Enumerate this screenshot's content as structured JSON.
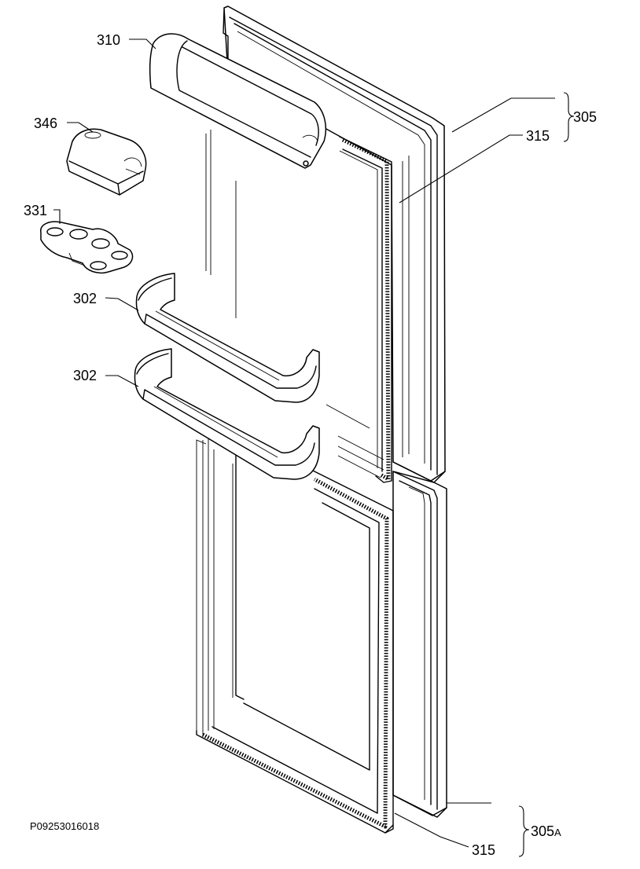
{
  "drawing_code": "P09253016018",
  "callouts": {
    "p310": "310",
    "p346": "346",
    "p331": "331",
    "p302a": "302",
    "p302b": "302",
    "p305": "305",
    "p315a": "315",
    "p315b": "315",
    "p305a_num": "305",
    "p305a_suffix": "A"
  }
}
